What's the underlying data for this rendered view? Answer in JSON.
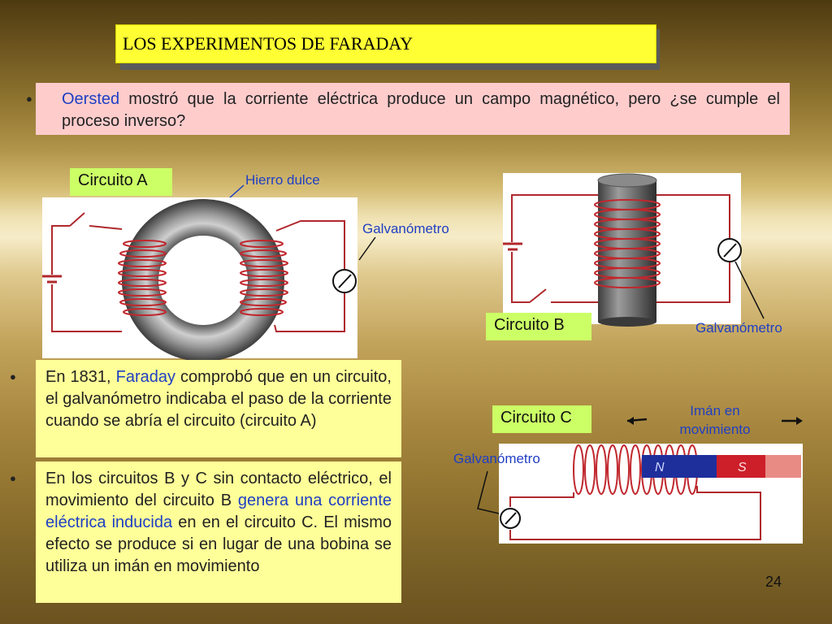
{
  "title": "LOS EXPERIMENTOS DE FARADAY",
  "intro": {
    "oersted": "Oersted",
    "rest": " mostró que la corriente eléctrica produce un campo magnético, pero ¿se cumple el proceso inverso?"
  },
  "circuit_a": {
    "label": "Circuito A",
    "iron_label": "Hierro dulce",
    "galv_label": "Galvanómetro"
  },
  "circuit_b": {
    "label": "Circuito B",
    "galv_label": "Galvanómetro"
  },
  "circuit_c": {
    "label": "Circuito C",
    "galv_label": "Galvanómetro",
    "magnet_line1": "Imán en",
    "magnet_line2": "movimiento",
    "magnet_n": "N",
    "magnet_s": "S"
  },
  "box1": {
    "pre": "En 1831, ",
    "faraday": "Faraday",
    "rest": " comprobó que en un circuito, el galvanómetro indicaba el paso de la corriente cuando se abría el circuito (circuito A)"
  },
  "box2": {
    "pre": "En los circuitos B y C sin contacto eléctrico, el movimiento del circuito B ",
    "highlight": "genera una corriente eléctrica inducida",
    "rest": " en en el circuito C. El mismo efecto se produce si en lugar de una bobina se utiliza un imán en movimiento"
  },
  "page_number": "24",
  "colors": {
    "title_bg": "#ffff33",
    "pink": "#ffcccc",
    "yellow": "#ffff99",
    "green_label": "#ccff66",
    "wire": "#c0392b",
    "accent_blue": "#1f3fc4"
  }
}
